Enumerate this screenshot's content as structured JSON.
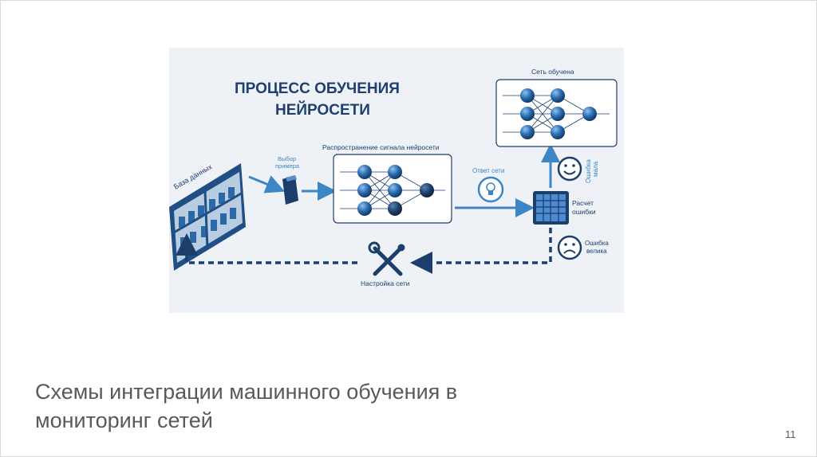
{
  "diagram": {
    "title_line1": "ПРОЦЕСС ОБУЧЕНИЯ",
    "title_line2": "НЕЙРОСЕТИ",
    "database_label": "База данных",
    "sample_label_line1": "Выбор",
    "sample_label_line2": "примера",
    "propagation_label": "Распространение сигнала нейросети",
    "trained_label": "Сеть обучена",
    "answer_label": "Ответ сети",
    "error_calc_line1": "Расчет",
    "error_calc_line2": "ошибки",
    "error_small_line1": "Ошибка",
    "error_small_line2": "мала",
    "error_big_line1": "Ошибка",
    "error_big_line2": "велика",
    "tuning_label": "Настройка сети",
    "colors": {
      "title": "#1f3f6e",
      "accent": "#3c86c6",
      "dark": "#1c3e6b",
      "node": "#2b6cb0"
    }
  },
  "caption": {
    "line1": "Схемы интеграции машинного обучения в",
    "line2": "мониторинг сетей"
  },
  "page_number": "11"
}
